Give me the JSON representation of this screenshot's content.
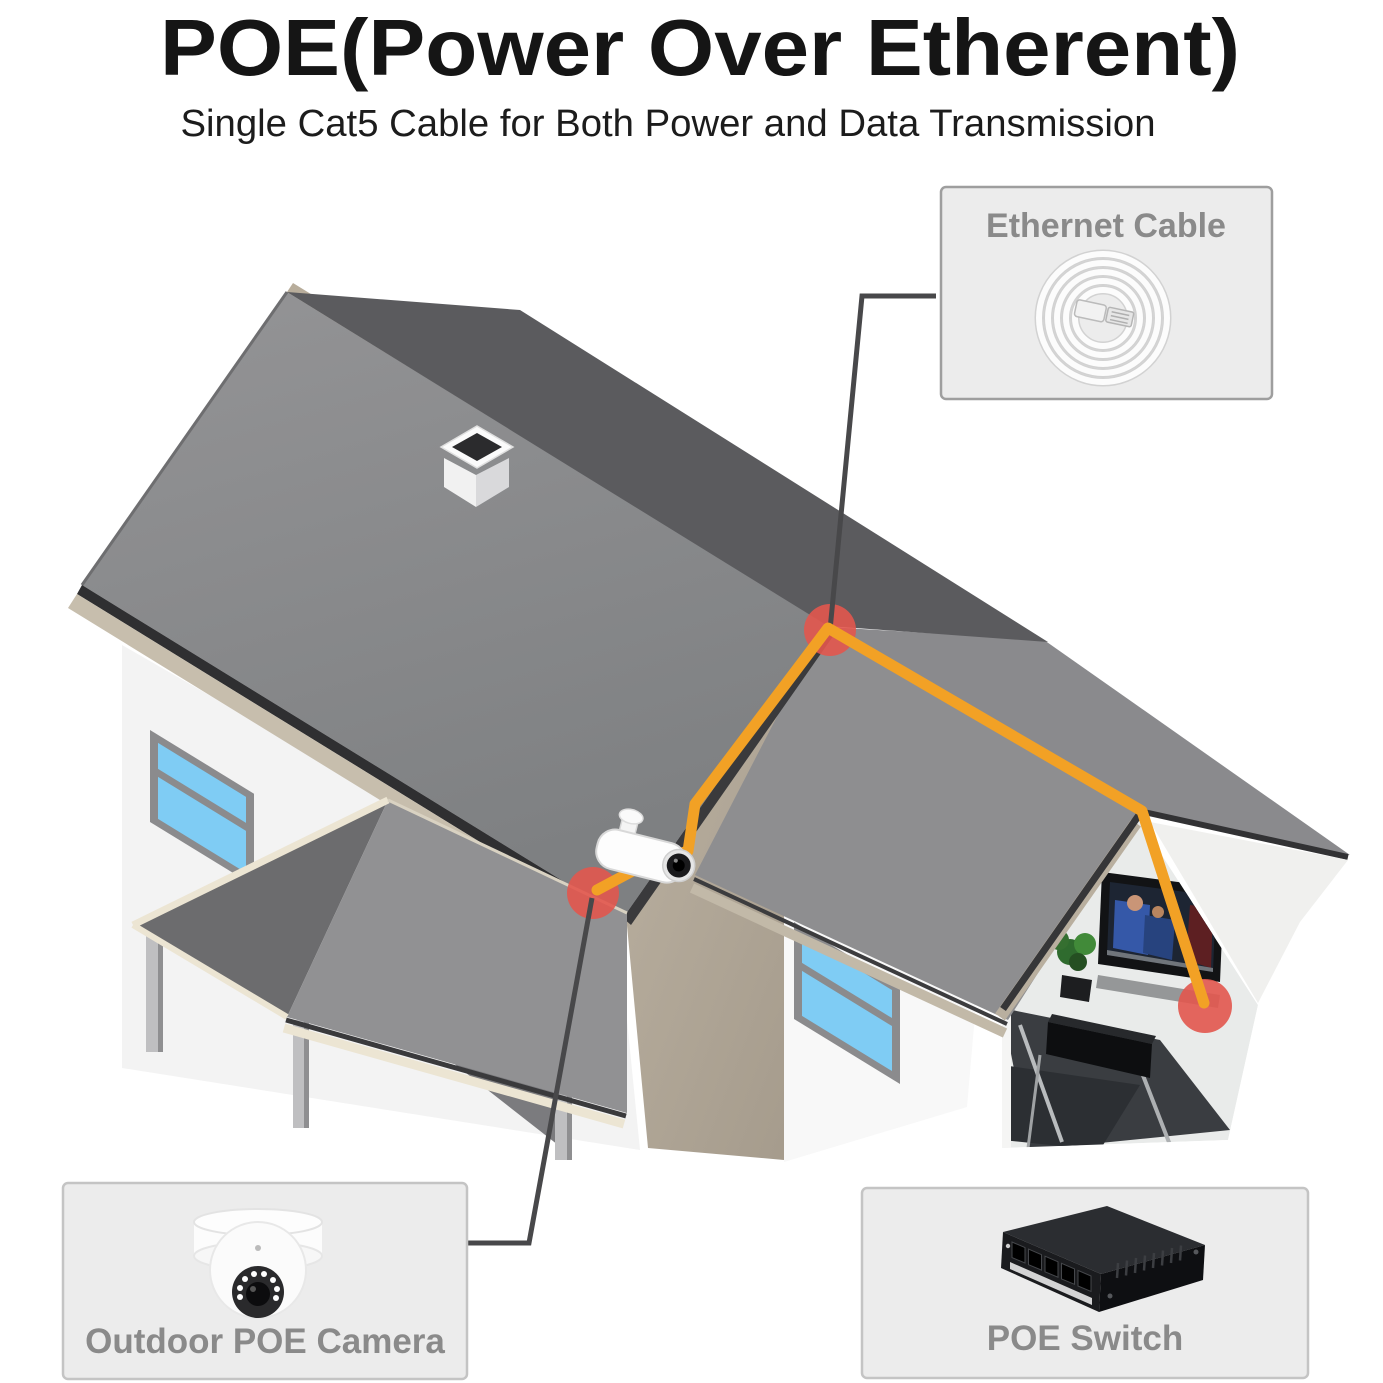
{
  "title": "POE(Power Over Etherent)",
  "subtitle": "Single Cat5 Cable for Both Power and Data Transmission",
  "callouts": {
    "ethernet_cable": {
      "label": "Ethernet Cable",
      "icon": "coiled-cable-icon"
    },
    "poe_camera": {
      "label": "Outdoor POE Camera",
      "icon": "dome-camera-icon"
    },
    "poe_switch": {
      "label": "POE Switch",
      "icon": "poe-switch-icon"
    }
  },
  "diagram": {
    "scene": "isometric house with single Cat5 cable run from outdoor bullet camera over both roofs into living room near TV",
    "connection_marker_count": 3,
    "switch_port_count": 5
  },
  "colors": {
    "cable-orange": "#F2A125",
    "marker-red": "#E2574E",
    "connector-gray": "#48484A",
    "roof-gray": "#8E8E90",
    "roof-dark-band": "#5B5B5E",
    "fascia-tan": "#C7BEAD",
    "ridge-tan": "#B8AD9B",
    "wall-white": "#F3F3F3",
    "wall-tan": "#B5AB9B",
    "window-blue": "#7FCCF4",
    "window-frame": "#8B8B8D",
    "box-fill": "#ECECEC",
    "box-border": "#C4C4C4",
    "label-gray": "#8A8A8A",
    "title-black": "#151515"
  }
}
